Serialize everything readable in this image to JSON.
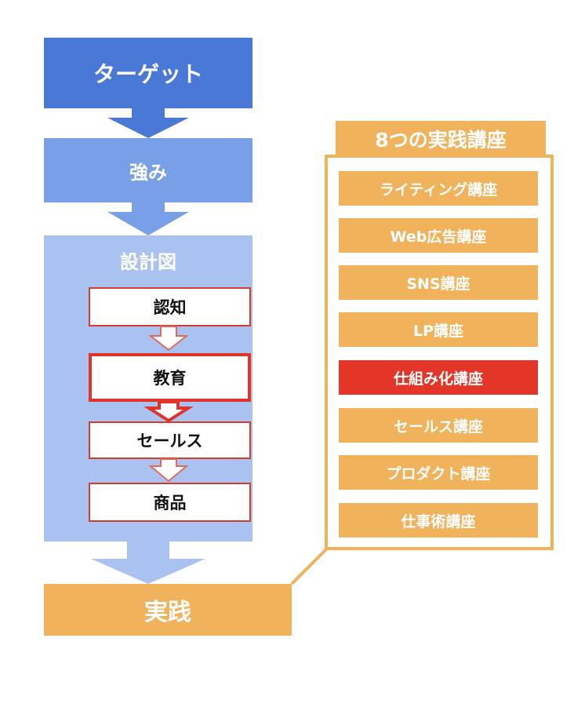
{
  "flow": {
    "target": "ターゲット",
    "strength": "強み",
    "blueprint_title": "設計図",
    "stages": [
      "認知",
      "教育",
      "セールス",
      "商品"
    ],
    "active_stage": "教育",
    "practice": "実践"
  },
  "courses": {
    "title": "8つの実践講座",
    "items": [
      "ライティング講座",
      "Web広告講座",
      "SNS講座",
      "LP講座",
      "仕組み化講座",
      "セールス講座",
      "プロダクト講座",
      "仕事術講座"
    ],
    "highlighted": "仕組み化講座"
  },
  "colors": {
    "target": "#4a78d6",
    "strength": "#79a0e6",
    "blueprint": "#a9c2ef",
    "orange": "#f0b25b",
    "red": "#e0342a"
  }
}
